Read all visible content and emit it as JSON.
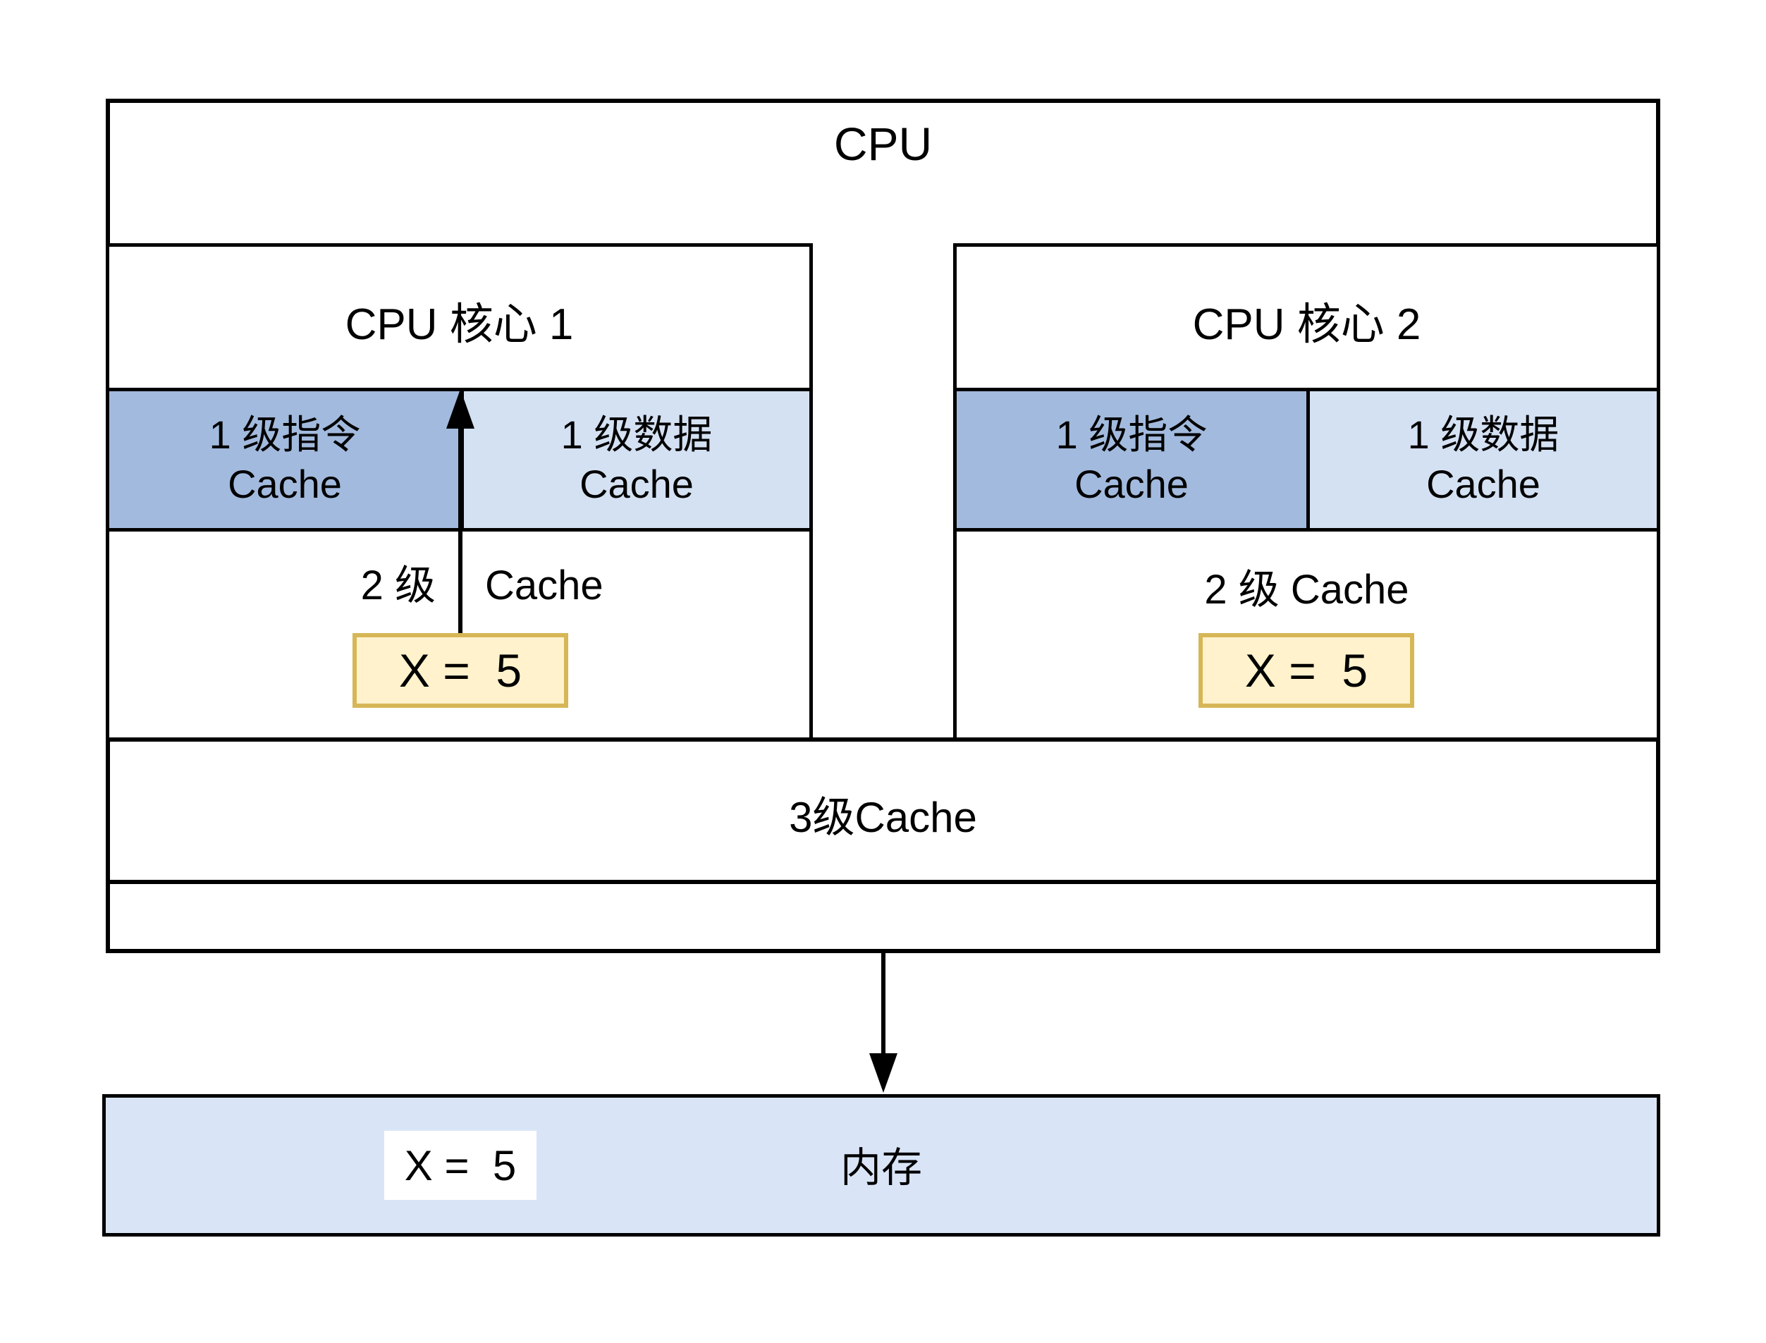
{
  "diagram_title": "CPU",
  "core1": {
    "title": "CPU 核心 1",
    "l1_instruction_line1": "1 级指令",
    "l1_instruction_line2": "Cache",
    "l1_data_line1": "1 级数据",
    "l1_data_line2": "Cache",
    "l2_label_part1": "2 级",
    "l2_label_part2": "Cache",
    "l2_value": "X =  5"
  },
  "core2": {
    "title": "CPU 核心 2",
    "l1_instruction_line1": "1 级指令",
    "l1_instruction_line2": "Cache",
    "l1_data_line1": "1 级数据",
    "l1_data_line2": "Cache",
    "l2_label": "2 级 Cache",
    "l2_value": "X =  5"
  },
  "l3_label": "3级Cache",
  "memory": {
    "value": "X =  5",
    "label": "内存"
  },
  "colors": {
    "line": "#000000",
    "l1_instruction_fill": "#a2badd",
    "l1_data_fill": "#d4e1f3",
    "memory_fill": "#d9e5f7",
    "highlight_fill": "#fff2cc",
    "highlight_stroke": "#d6b656"
  }
}
